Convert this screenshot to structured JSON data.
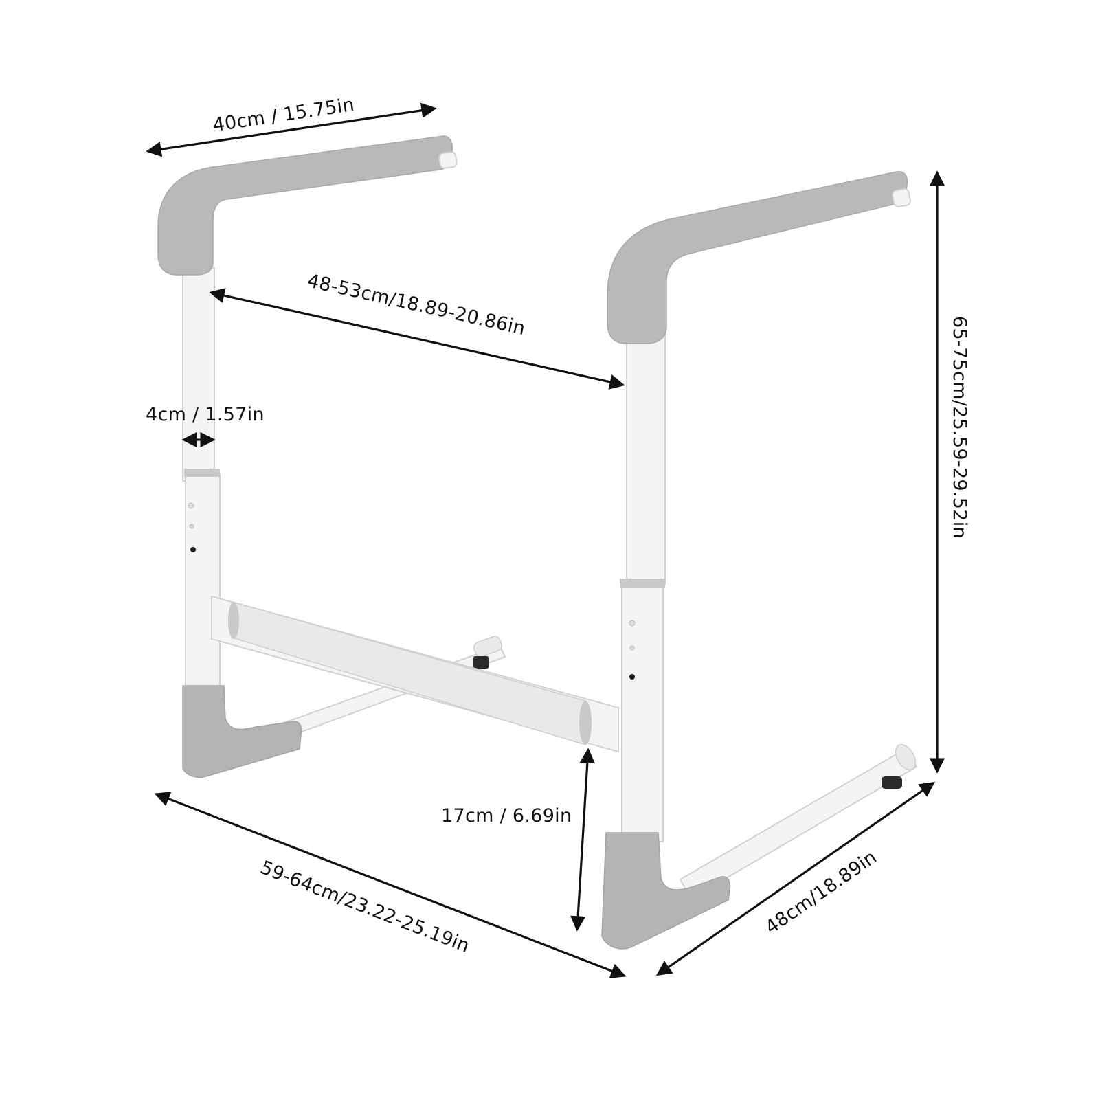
{
  "diagram": {
    "product": "toilet safety rail frame",
    "colors": {
      "frame": "#f4f4f4",
      "pads": "#b9b9b9",
      "dimension_lines": "#111111",
      "background": "#ffffff"
    },
    "dimensions": {
      "armrest_length": "40cm / 15.75in",
      "inner_width": "48-53cm/18.89-20.86in",
      "tube_diameter": "4cm / 1.57in",
      "height": "65-75cm/25.59-29.52in",
      "crossbar_height": "17cm / 6.69in",
      "overall_width": "59-64cm/23.22-25.19in",
      "base_depth": "48cm/18.89in"
    }
  }
}
